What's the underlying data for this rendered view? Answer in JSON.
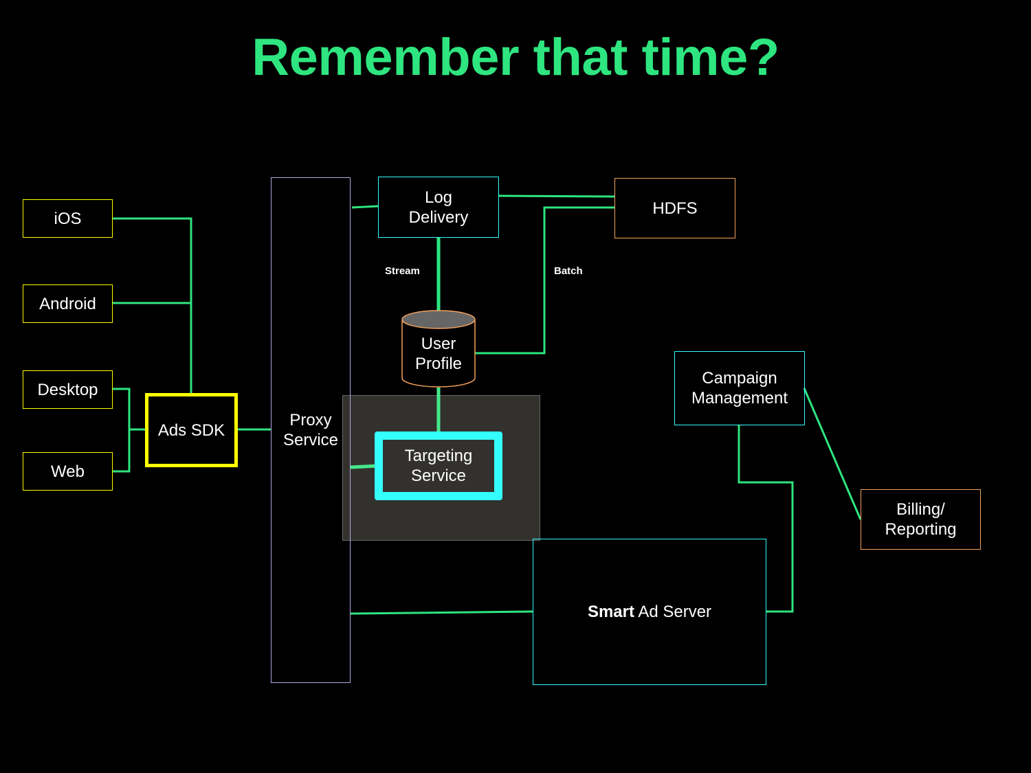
{
  "title": "Remember that time?",
  "nodes": {
    "ios": "iOS",
    "android": "Android",
    "desktop": "Desktop",
    "web": "Web",
    "ads_sdk": "Ads SDK",
    "proxy": "Proxy\nService",
    "log_delivery": "Log\nDelivery",
    "hdfs": "HDFS",
    "user_profile": "User\nProfile",
    "targeting": "Targeting\nService",
    "campaign": "Campaign\nManagement",
    "billing": "Billing/\nReporting",
    "smart_bold": "Smart",
    "smart_rest": " Ad Server"
  },
  "edge_labels": {
    "stream": "Stream",
    "batch": "Batch"
  },
  "colors": {
    "green": "#2ee57f",
    "yellow": "#ffff00",
    "cyan": "#33ffff",
    "orange": "#f5a35c",
    "lavender": "#b3a8e0",
    "gray_box": "#33312e"
  }
}
